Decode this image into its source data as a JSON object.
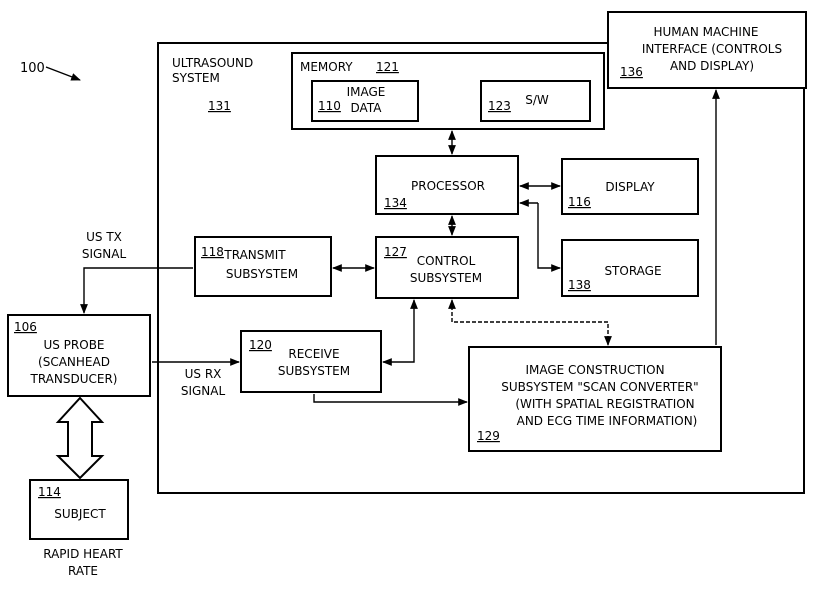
{
  "figure_ref": "100",
  "ultrasound_system": {
    "line1": "ULTRASOUND",
    "line2": "SYSTEM",
    "num": "131"
  },
  "memory": {
    "label": "MEMORY",
    "num": "121"
  },
  "image_data": {
    "num": "110",
    "line1": "IMAGE",
    "line2": "DATA"
  },
  "sw": {
    "num": "123",
    "label": "S/W"
  },
  "hmi": {
    "line1": "HUMAN MACHINE",
    "line2": "INTERFACE (CONTROLS",
    "line3": "AND DISPLAY)",
    "num": "136"
  },
  "processor": {
    "label": "PROCESSOR",
    "num": "134"
  },
  "display": {
    "label": "DISPLAY",
    "num": "116"
  },
  "storage": {
    "label": "STORAGE",
    "num": "138"
  },
  "transmit": {
    "num": "118",
    "line1": "TRANSMIT",
    "line2": "SUBSYSTEM"
  },
  "control": {
    "num": "127",
    "line1": "CONTROL",
    "line2": "SUBSYSTEM"
  },
  "receive": {
    "num": "120",
    "line1": "RECEIVE",
    "line2": "SUBSYSTEM"
  },
  "image_construction": {
    "line1": "IMAGE CONSTRUCTION",
    "line2": "SUBSYSTEM \"SCAN CONVERTER\"",
    "line3": "(WITH SPATIAL REGISTRATION",
    "line4": "AND ECG TIME INFORMATION)",
    "num": "129"
  },
  "probe": {
    "num": "106",
    "line1": "US PROBE",
    "line2": "(SCANHEAD",
    "line3": "TRANSDUCER)"
  },
  "subject": {
    "num": "114",
    "label": "SUBJECT"
  },
  "us_tx_signal": {
    "line1": "US TX",
    "line2": "SIGNAL"
  },
  "us_rx_signal": {
    "line1": "US RX",
    "line2": "SIGNAL"
  },
  "rapid_heart_rate": {
    "line1": "RAPID HEART",
    "line2": "RATE"
  }
}
